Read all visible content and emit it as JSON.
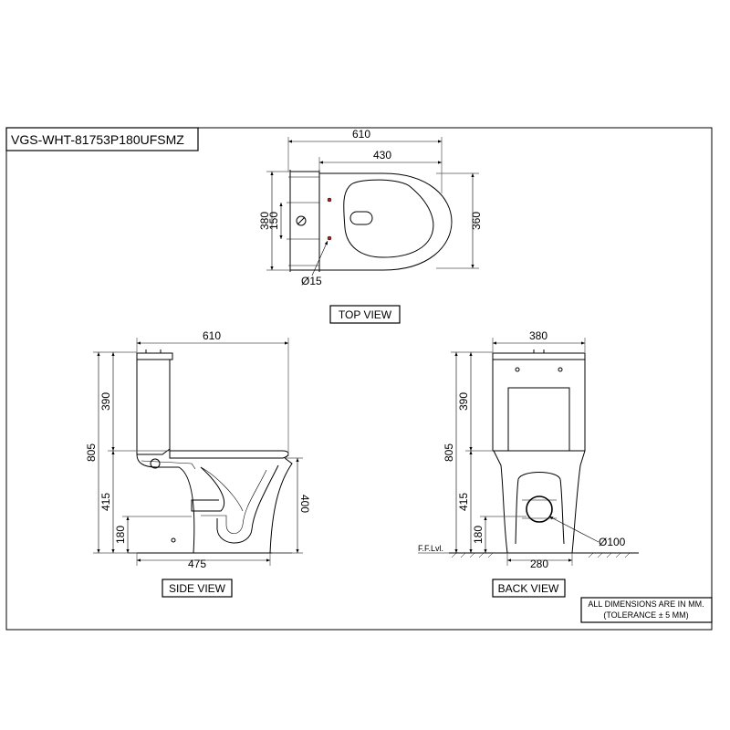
{
  "title": "VGS-WHT-81753P180UFSMZ",
  "views": {
    "top": {
      "label": "TOP VIEW",
      "dims": {
        "overall_length": "610",
        "bowl_length": "430",
        "width": "380",
        "bowl_width": "360",
        "hole_spacing": "150",
        "hole_diameter": "Ø15"
      }
    },
    "side": {
      "label": "SIDE VIEW",
      "dims": {
        "length": "610",
        "total_height": "805",
        "tank_height": "390",
        "base_height": "415",
        "outlet_height": "180",
        "seat_height": "400",
        "base_length": "475"
      }
    },
    "back": {
      "label": "BACK VIEW",
      "dims": {
        "width": "380",
        "total_height": "805",
        "tank_height": "390",
        "base_height": "415",
        "outlet_height": "180",
        "base_width": "280",
        "outlet_diameter": "Ø100"
      },
      "floor_label": "F.F.Lvl."
    }
  },
  "notes": {
    "line1": "ALL DIMENSIONS ARE IN MM.",
    "line2": "(TOLERANCE ± 5 MM)"
  }
}
